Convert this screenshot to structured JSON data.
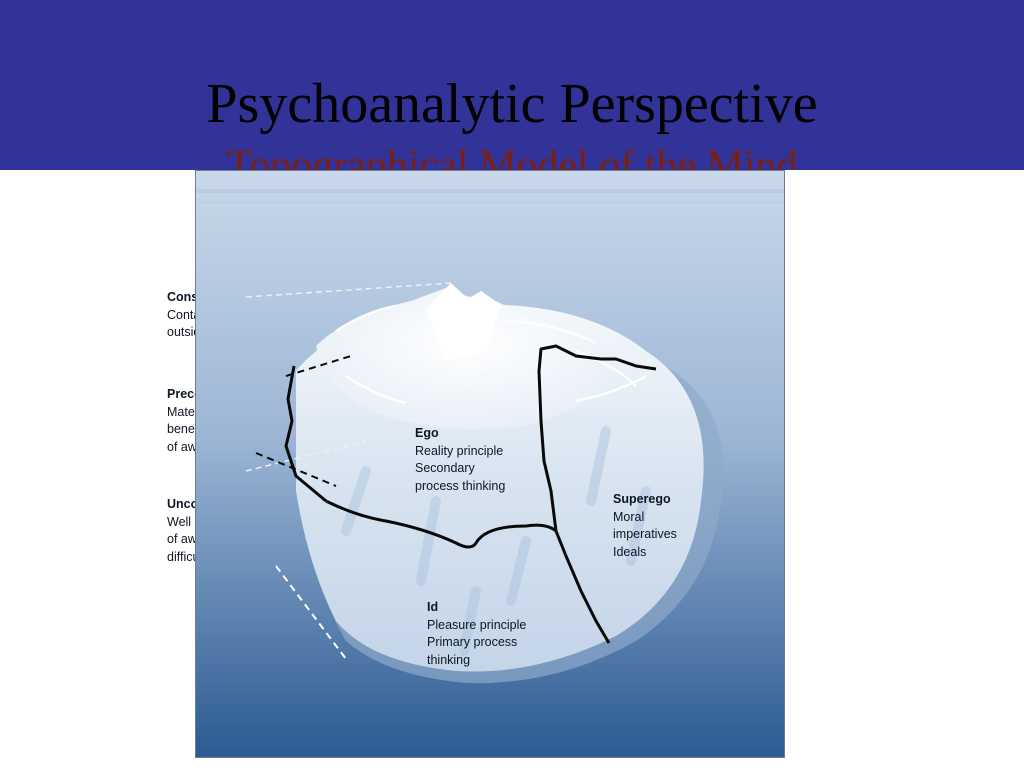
{
  "slide": {
    "title": "Psychoanalytic Perspective",
    "subtitle": "Topographical Model of the Mind"
  },
  "diagram": {
    "labels": {
      "conscious": {
        "heading": "Conscious",
        "lines": [
          "Contact with",
          "outside world"
        ]
      },
      "preconscious": {
        "heading": "Preconscious",
        "lines": [
          "Material just",
          "beneath the surface",
          "of awareness"
        ]
      },
      "unconscious": {
        "heading": "Unconscious",
        "lines": [
          "Well below surface",
          "of awareness;",
          "difficult to retrieve"
        ]
      },
      "ego": {
        "heading": "Ego",
        "lines": [
          "Reality principle",
          "Secondary",
          "process thinking"
        ]
      },
      "superego": {
        "heading": "Superego",
        "lines": [
          "Moral",
          "imperatives",
          "Ideals"
        ]
      },
      "id": {
        "heading": "Id",
        "lines": [
          "Pleasure principle",
          "Primary process",
          "thinking"
        ]
      }
    },
    "colors": {
      "header_band": "#323399",
      "water_top": "#c7d6e8",
      "water_bottom": "#1f4f86",
      "iceberg": "#dce7f3",
      "boundary_line": "#0a0a0a"
    }
  }
}
